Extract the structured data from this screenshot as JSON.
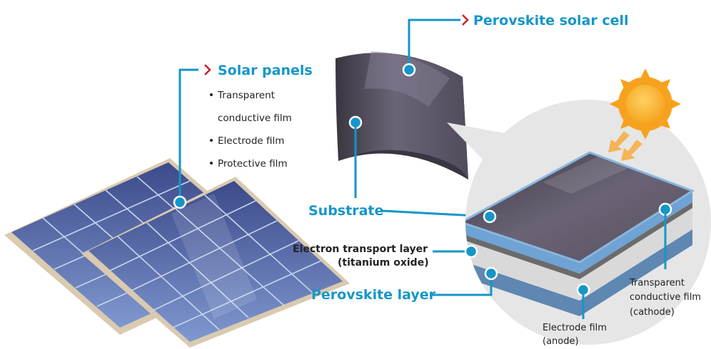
{
  "colors": {
    "accent": "#1596c8",
    "chevron": "#c9202a",
    "panel_cell": "#4f63a4",
    "film_dark": "#4d4856",
    "layer_blue": "#6fa3d4",
    "layer_grey": "#dcdcdc",
    "layer_base": "#5e87b1"
  },
  "solar_panels": {
    "title": "Solar panels",
    "items": [
      "Transparent",
      "conductive film",
      "Electrode film",
      "Protective film"
    ]
  },
  "perovskite_cell": {
    "title": "Perovskite solar cell"
  },
  "labels": {
    "substrate": "Substrate",
    "electron_transport": "Electron transport layer",
    "electron_transport_sub": "(titanium oxide)",
    "perovskite_layer": "Perovskite layer",
    "electrode_film": "Electrode film",
    "electrode_film_sub": "(anode)",
    "transparent_film_1": "Transparent",
    "transparent_film_2": "conductive film",
    "transparent_film_3": "(cathode)"
  },
  "icons": {
    "sun": "sun-icon",
    "chevron": "chevron-right-icon"
  }
}
